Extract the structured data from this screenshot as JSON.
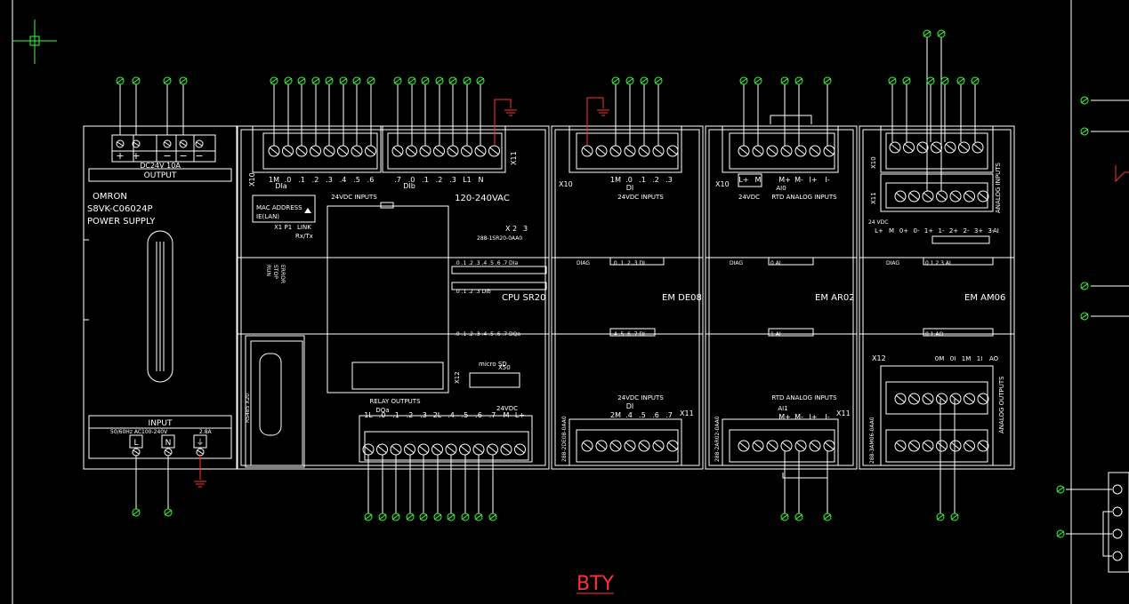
{
  "colors": {
    "background": "#000000",
    "line": "#ffffff",
    "terminal": "#33ff33",
    "ground": "#ff3333",
    "title": "#ff3333"
  },
  "power_supply": {
    "output_voltage": "DC24V 10A",
    "output_label": "OUTPUT",
    "brand": "OMRON",
    "model": "S8VK-C06024P",
    "name": "POWER SUPPLY",
    "input_label": "INPUT",
    "input_rating": "50/60Hz AC100-240V",
    "input_current": "2.8A",
    "input_pins": [
      "L",
      "N"
    ]
  },
  "cpu": {
    "upper_left": {
      "x10": "X10",
      "pins": [
        "1M",
        ".0",
        ".1",
        ".2",
        ".3",
        ".4",
        ".5",
        ".6"
      ],
      "group": "DIa"
    },
    "upper_mid": {
      "pins": [
        ".7",
        ".0",
        ".1",
        ".2",
        ".3"
      ],
      "group": "DIb"
    },
    "upper_right": {
      "pins": [
        "L1",
        "N"
      ],
      "x11": "X11"
    },
    "inputs_label": "24VDC INPUTS",
    "supply_label": "120-240VAC",
    "mac_label": "MAC ADDRESS",
    "mac_sub": "IE(LAN)",
    "x1p1": "X1  P1",
    "link": "LINK",
    "rxtx": "Rx/Tx",
    "x2": "X 2",
    "x3": "3",
    "order_no": "288-1SR20-0AA0",
    "leds": [
      "RUN",
      "STOP",
      "ERROR"
    ],
    "rs485": "RS485 X20",
    "row1": ".0 .1 .2 .3 .4 .5 .6 .7 DIa",
    "row2": ".0 .1 .2 .3 DIb",
    "name": "CPU SR20",
    "row3": ".0 .1 .2 .3 .4 .5 .6 .7 DQa",
    "x12": "X12",
    "sd": "micro SD",
    "x50": "X50",
    "relay_label": "RELAY OUTPUTS",
    "dqa": "DQa",
    "out_pins": [
      "1L",
      ".0",
      ".1",
      ".2",
      ".3",
      "2L",
      ".4",
      ".5",
      ".6",
      ".7",
      "M",
      "L+"
    ],
    "dc_out": "24VDC"
  },
  "em_de08": {
    "x10": "X10",
    "pins": [
      "1M",
      ".0",
      ".1",
      ".2",
      ".3"
    ],
    "di": "DI",
    "inputs_label": "24VDC INPUTS",
    "diag": "DIAG",
    "row1": ".0 .1 .2 .3 DI",
    "name": "EM DE08",
    "row2": ".4 .5 .6 .7 DI",
    "lower_label": "24VDC INPUTS",
    "lower_di": "DI",
    "lower_pins": [
      "2M",
      ".4",
      ".5",
      ".6",
      ".7"
    ],
    "x11": "X11",
    "order_no": "288-2DE08-0AA0"
  },
  "em_ar02": {
    "x10": "X10",
    "pins_left": [
      "L+",
      "M"
    ],
    "pins_right": [
      "M+",
      "M-",
      "I+",
      "I-"
    ],
    "ai0": "AI0",
    "supply": "24VDC",
    "rtd_label": "RTD ANALOG INPUTS",
    "diag": "DIAG",
    "row1": "0 AI",
    "name": "EM AR02",
    "row2": "1 AI",
    "ai1": "AI1",
    "lower_pins": [
      "M+",
      "M-",
      "I+",
      "I-"
    ],
    "lower_label": "RTD ANALOG INPUTS",
    "x11": "X11",
    "order_no": "288-2AR02-0AA0"
  },
  "em_am06": {
    "x10": "X10",
    "x11": "X11",
    "ai_label": "ANALOG INPUTS",
    "vdc": "24 VDC",
    "pins": [
      "L+",
      "M",
      "0+",
      "0-",
      "1+",
      "1-",
      "2+",
      "2-",
      "3+",
      "3-"
    ],
    "ai": "AI",
    "diag": "DIAG",
    "row1": "0 1 2 3 AI",
    "name": "EM AM06",
    "row2": "0 1 AO",
    "x12": "X12",
    "out_pins": [
      "0M",
      "0I",
      "1M",
      "1I"
    ],
    "ao": "AO",
    "ao_label": "ANALOG OUTPUTS",
    "order_no": "288-3AM06-0AA0"
  },
  "footer": {
    "bty": "BTY"
  }
}
